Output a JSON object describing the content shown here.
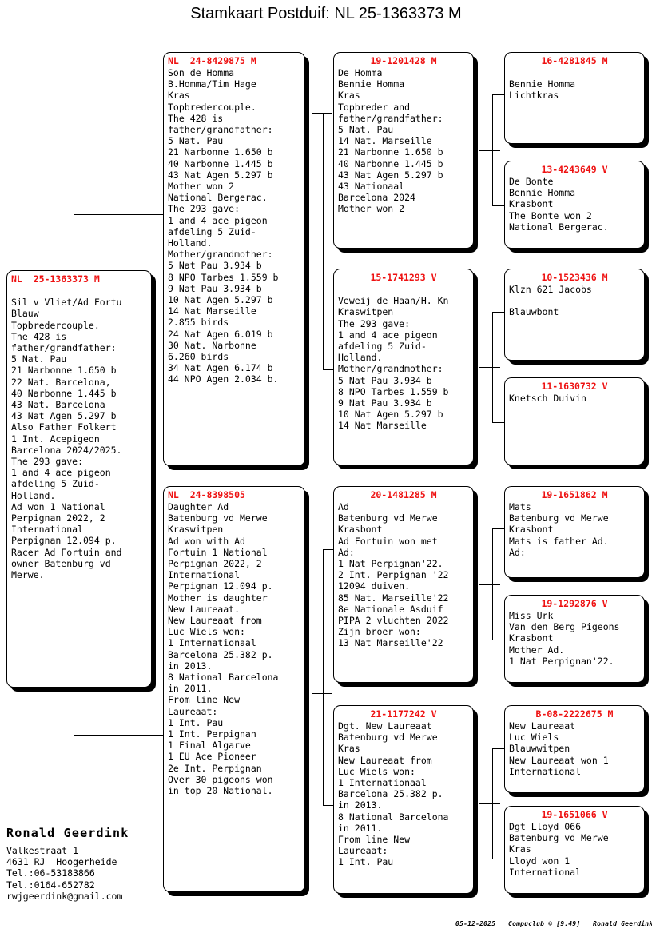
{
  "title": "Stamkaart Postduif: NL  25-1363373 M",
  "accent_color": "#ee1111",
  "subject": {
    "ring": "NL  25-1363373 M",
    "lines": [
      "",
      "Sil v Vliet/Ad Fortu",
      "Blauw",
      "Topbredercouple.",
      "The 428 is",
      "father/grandfather:",
      "5 Nat. Pau",
      "21 Narbonne 1.650 b",
      "22 Nat. Barcelona,",
      "40 Narbonne 1.445 b",
      "43 Nat. Barcelona",
      "43 Nat Agen 5.297 b",
      "Also Father Folkert",
      "1 Int. Acepigeon",
      "Barcelona 2024/2025.",
      "The 293 gave:",
      "1 and 4 ace pigeon",
      "afdeling 5 Zuid-",
      "Holland.",
      "Ad won 1 National",
      "Perpignan 2022, 2",
      "International",
      "Perpignan 12.094 p.",
      "Racer Ad Fortuin and",
      "owner Batenburg vd",
      "Merwe."
    ]
  },
  "gen1": [
    {
      "ring": "NL  24-8429875 M",
      "lines": [
        "Son de Homma",
        "B.Homma/Tim Hage",
        "Kras",
        "Topbredercouple.",
        "The 428 is",
        "father/grandfather:",
        "5 Nat. Pau",
        "21 Narbonne 1.650 b",
        "40 Narbonne 1.445 b",
        "43 Nat Agen 5.297 b",
        "Mother won 2",
        "National Bergerac.",
        "The 293 gave:",
        "1 and 4 ace pigeon",
        "afdeling 5 Zuid-",
        "Holland.",
        "Mother/grandmother:",
        "5 Nat Pau 3.934 b",
        "8 NPO Tarbes 1.559 b",
        "9 Nat Pau 3.934 b",
        "10 Nat Agen 5.297 b",
        "14 Nat Marseille",
        "2.855 birds",
        "24 Nat Agen 6.019 b",
        "30 Nat. Narbonne",
        "6.260 birds",
        "34 Nat Agen 6.174 b",
        "44 NPO Agen 2.034 b."
      ]
    },
    {
      "ring": "NL  24-8398505",
      "lines": [
        "Daughter Ad",
        "Batenburg vd Merwe",
        "Kraswitpen",
        "Ad won with Ad",
        "Fortuin 1 National",
        "Perpignan 2022, 2",
        "International",
        "Perpignan 12.094 p.",
        "Mother is daughter",
        "New Laureaat.",
        "New Laureaat from",
        "Luc Wiels won:",
        "1 Internationaal",
        "Barcelona 25.382 p.",
        "in 2013.",
        "8 National Barcelona",
        "in 2011.",
        "From line New",
        "Laureaat:",
        "1 Int. Pau",
        "1 Int. Perpignan",
        "1 Final Algarve",
        "1 EU Ace Pioneer",
        "2e Int. Perpignan",
        "Over 30 pigeons won",
        "in top 20 National."
      ]
    }
  ],
  "gen2": [
    {
      "ring": "19-1201428 M",
      "lines": [
        "De Homma",
        "Bennie Homma",
        "Kras",
        "Topbreder and",
        "father/grandfather:",
        "5 Nat. Pau",
        "14 Nat. Marseille",
        "21 Narbonne 1.650 b",
        "40 Narbonne 1.445 b",
        "43 Nat Agen 5.297 b",
        "43 Nationaal",
        "Barcelona 2024",
        "Mother won 2"
      ]
    },
    {
      "ring": "15-1741293 V",
      "lines": [
        "",
        "Veweij de Haan/H. Kn",
        "Kraswitpen",
        "The 293 gave:",
        "1 and 4 ace pigeon",
        "afdeling 5 Zuid-",
        "Holland.",
        "Mother/grandmother:",
        "5 Nat Pau 3.934 b",
        "8 NPO Tarbes 1.559 b",
        "9 Nat Pau 3.934 b",
        "10 Nat Agen 5.297 b",
        "14 Nat Marseille"
      ]
    },
    {
      "ring": "20-1481285 M",
      "lines": [
        "Ad",
        "Batenburg vd Merwe",
        "Krasbont",
        "Ad Fortuin won met",
        "Ad:",
        "1 Nat Perpignan'22.",
        "2 Int. Perpignan '22",
        "12094 duiven.",
        "85 Nat. Marseille'22",
        "8e Nationale Asduif",
        "PIPA 2 vluchten 2022",
        "Zijn broer won:",
        "13 Nat Marseille'22"
      ]
    },
    {
      "ring": "21-1177242 V",
      "lines": [
        "Dgt. New Laureaat",
        "Batenburg vd Merwe",
        "Kras",
        "New Laureaat from",
        "Luc Wiels won:",
        "1 Internationaal",
        "Barcelona 25.382 p.",
        "in 2013.",
        "8 National Barcelona",
        "in 2011.",
        "From line New",
        "Laureaat:",
        "1 Int. Pau"
      ]
    }
  ],
  "gen3": [
    {
      "ring": "16-4281845 M",
      "lines": [
        "",
        "Bennie Homma",
        "Lichtkras"
      ]
    },
    {
      "ring": "13-4243649 V",
      "lines": [
        "De Bonte",
        "Bennie Homma",
        "Krasbont",
        "The Bonte won 2",
        "National Bergerac."
      ]
    },
    {
      "ring": "10-1523436 M",
      "lines": [
        "Klzn 621 Jacobs",
        "",
        "Blauwbont"
      ]
    },
    {
      "ring": "11-1630732 V",
      "lines": [
        "Knetsch Duivin"
      ]
    },
    {
      "ring": "19-1651862 M",
      "lines": [
        "Mats",
        "Batenburg vd Merwe",
        "Krasbont",
        "Mats is father Ad.",
        "Ad:"
      ]
    },
    {
      "ring": "19-1292876 V",
      "lines": [
        "Miss Urk",
        "Van den Berg Pigeons",
        "Krasbont",
        "Mother Ad.",
        "1 Nat Perpignan'22."
      ]
    },
    {
      "ring": "B-08-2222675 M",
      "lines": [
        "New Laureaat",
        "Luc Wiels",
        "Blauwwitpen",
        "New Laureaat won 1",
        "International"
      ]
    },
    {
      "ring": "19-1651066 V",
      "lines": [
        "Dgt Lloyd 066",
        "Batenburg vd Merwe",
        "Kras",
        "Lloyd won 1",
        "International"
      ]
    }
  ],
  "owner": {
    "name": "Ronald Geerdink",
    "lines": [
      "Valkestraat 1",
      "4631 RJ  Hoogerheide",
      "Tel.:06-53183866",
      "Tel.:0164-652782",
      "rwjgeerdink@gmail.com"
    ]
  },
  "credit": {
    "date": "05-12-2025",
    "software": "Compuclub © [9.49]",
    "user": "Ronald Geerdink"
  }
}
